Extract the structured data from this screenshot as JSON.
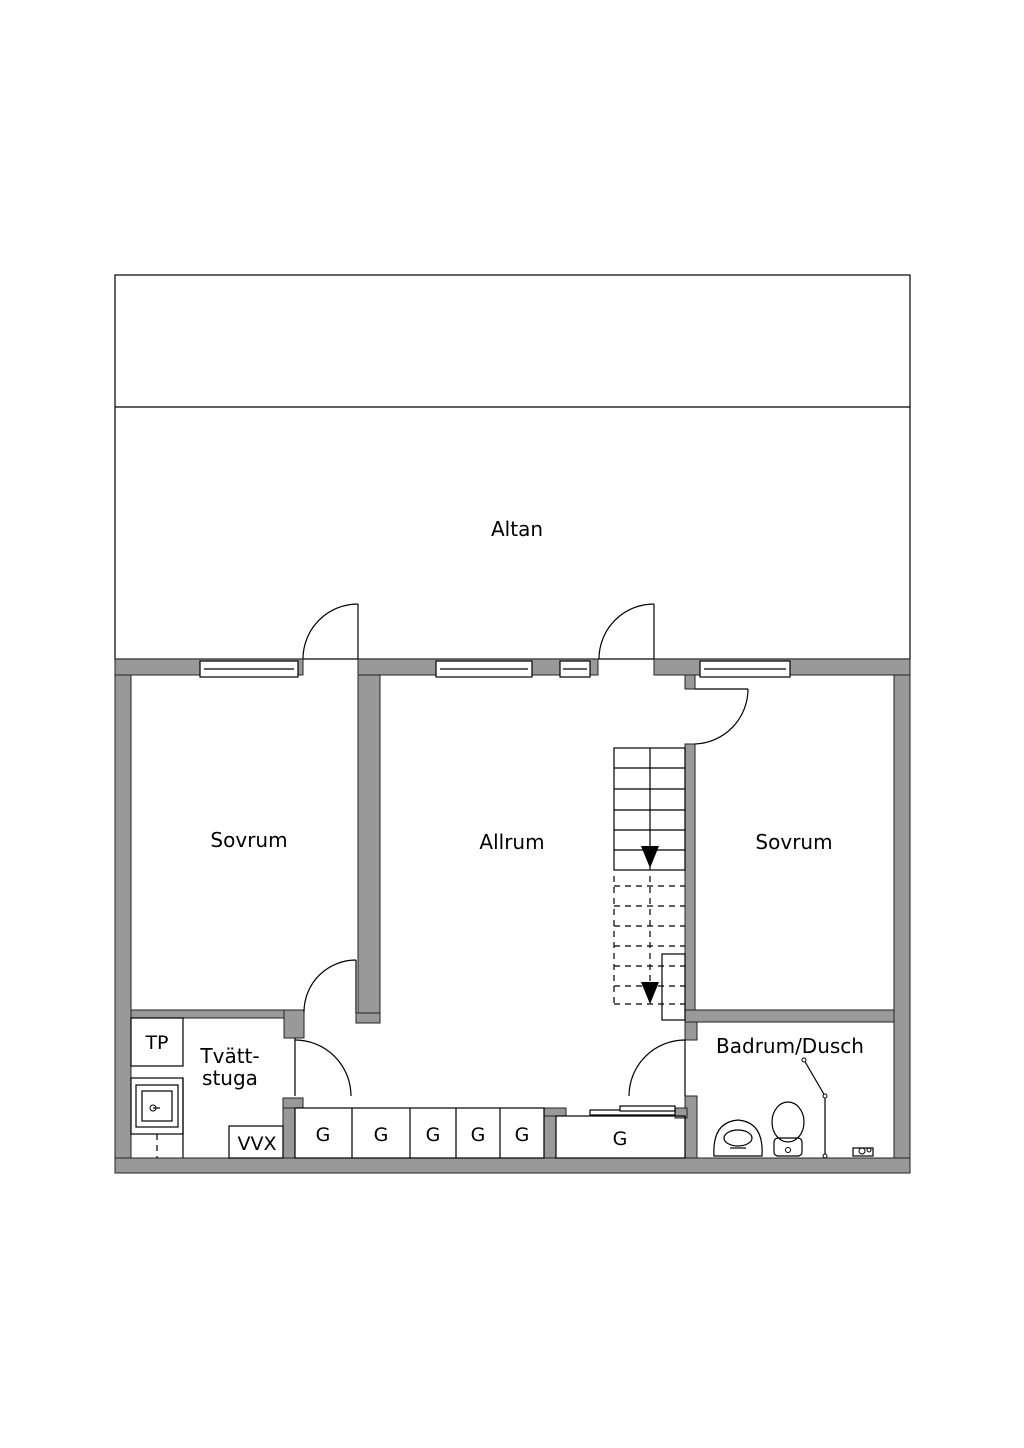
{
  "plan": {
    "rooms": {
      "altan": "Altan",
      "sovrum_left": "Sovrum",
      "allrum": "Allrum",
      "sovrum_right": "Sovrum",
      "tvattstuga_line1": "Tvätt-",
      "tvattstuga_line2": "stuga",
      "badrum": "Badrum/Dusch"
    },
    "fixtures": {
      "tp": "TP",
      "vvx": "VVX",
      "closets": [
        "G",
        "G",
        "G",
        "G",
        "G"
      ],
      "closet_extra": "G"
    },
    "colors": {
      "wall": "#999999",
      "line": "#000000",
      "background": "#ffffff"
    }
  }
}
